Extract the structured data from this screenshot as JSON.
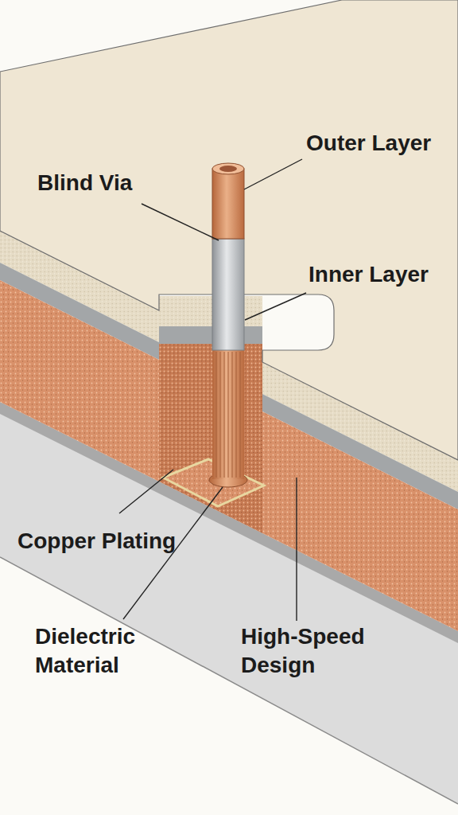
{
  "diagram": {
    "labels": [
      "Outer Layer",
      "Blind Via",
      "Inner Layer",
      "Copper Plating",
      "Dielectric Material",
      "High-Speed Design"
    ]
  }
}
